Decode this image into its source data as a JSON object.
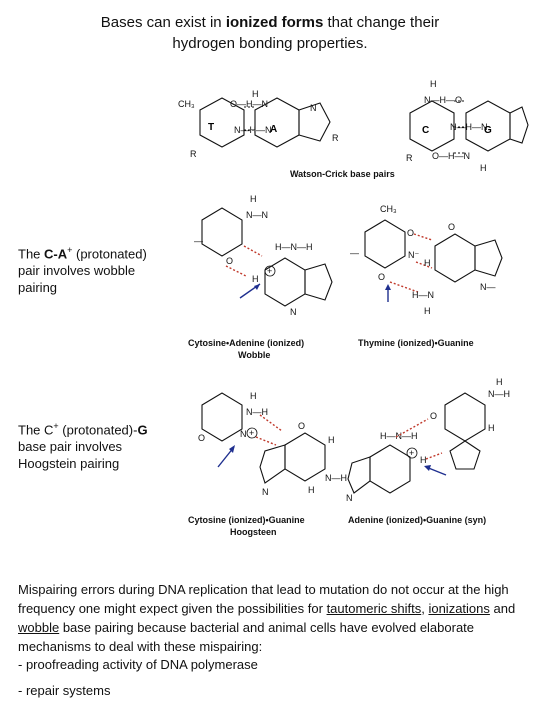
{
  "header": {
    "line1_pre": "Bases can exist in ",
    "line1_bold": "ionized forms",
    "line1_post": " that change their",
    "line2": "hydrogen bonding properties."
  },
  "figure_top": {
    "caption": "Watson-Crick base pairs",
    "labels": [
      "T",
      "A",
      "C",
      "G"
    ]
  },
  "ca_pair": {
    "note_pre": "The ",
    "note_bold": "C-A",
    "note_sup": "+",
    "note_post": " (protonated) pair involves wobble pairing",
    "caption_left_1": "Cytosine•Adenine (ionized)",
    "caption_left_2": "Wobble",
    "caption_right": "Thymine (ionized)•Guanine"
  },
  "cg_pair": {
    "note_pre": "The C",
    "note_sup": "+",
    "note_mid": " (protonated)-",
    "note_bold": "G",
    "note_post": " base pair involves Hoogstein pairing",
    "caption_left_1": "Cytosine (ionized)•Guanine",
    "caption_left_2": "Hoogsteen",
    "caption_right": "Adenine (ionized)•Guanine (syn)"
  },
  "paragraph": {
    "text1": "Mispairing errors during DNA replication that lead to mutation do not occur at the high frequency one might expect given the possibilities for ",
    "link1": "tautomeric shifts",
    "text2": ", ",
    "link2": "ionizations",
    "text3": " and ",
    "link3": "wobble",
    "text4": " base pairing because bacterial and animal cells have evolved elaborate mechanisms to deal with these mispairing:"
  },
  "list": [
    "-  proofreading activity of DNA polymerase",
    "-  repair systems"
  ],
  "colors": {
    "arrow": "#1f2f8f",
    "hbond_dashes": "#c0392b"
  }
}
